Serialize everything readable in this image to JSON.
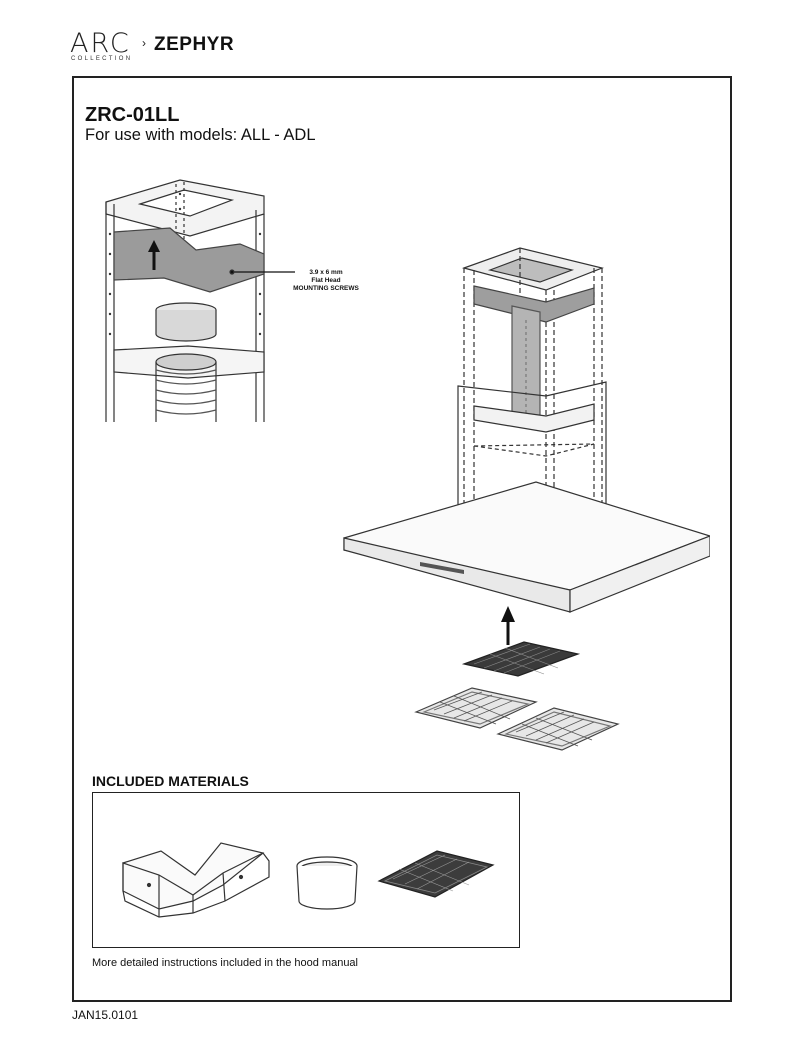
{
  "brand": {
    "collection_logo": "ARC",
    "collection_sub": "COLLECTION",
    "separator": "›",
    "brand_logo": "ZEPHYR"
  },
  "header": {
    "title": "ZRC-01LL",
    "subtitle": "For use with models: ALL - ADL"
  },
  "callout": {
    "line1": "3.9 x 6 mm",
    "line2": "Flat Head",
    "line3": "MOUNTING SCREWS"
  },
  "materials": {
    "heading": "INCLUDED MATERIALS",
    "note": "More detailed instructions included in the hood manual"
  },
  "footer": {
    "doc_number": "JAN15.0101"
  }
}
